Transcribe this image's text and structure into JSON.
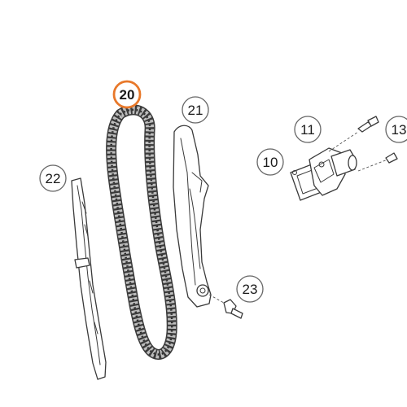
{
  "diagram": {
    "callouts": [
      {
        "id": "c20",
        "label": "20",
        "highlighted": true
      },
      {
        "id": "c21",
        "label": "21",
        "highlighted": false
      },
      {
        "id": "c22",
        "label": "22",
        "highlighted": false
      },
      {
        "id": "c23",
        "label": "23",
        "highlighted": false
      },
      {
        "id": "c10",
        "label": "10",
        "highlighted": false
      },
      {
        "id": "c11",
        "label": "11",
        "highlighted": false
      },
      {
        "id": "c13",
        "label": "13",
        "highlighted": false
      }
    ],
    "colors": {
      "highlight": "#e8782a",
      "line": "#3a3a3a",
      "background": "#ffffff"
    }
  }
}
